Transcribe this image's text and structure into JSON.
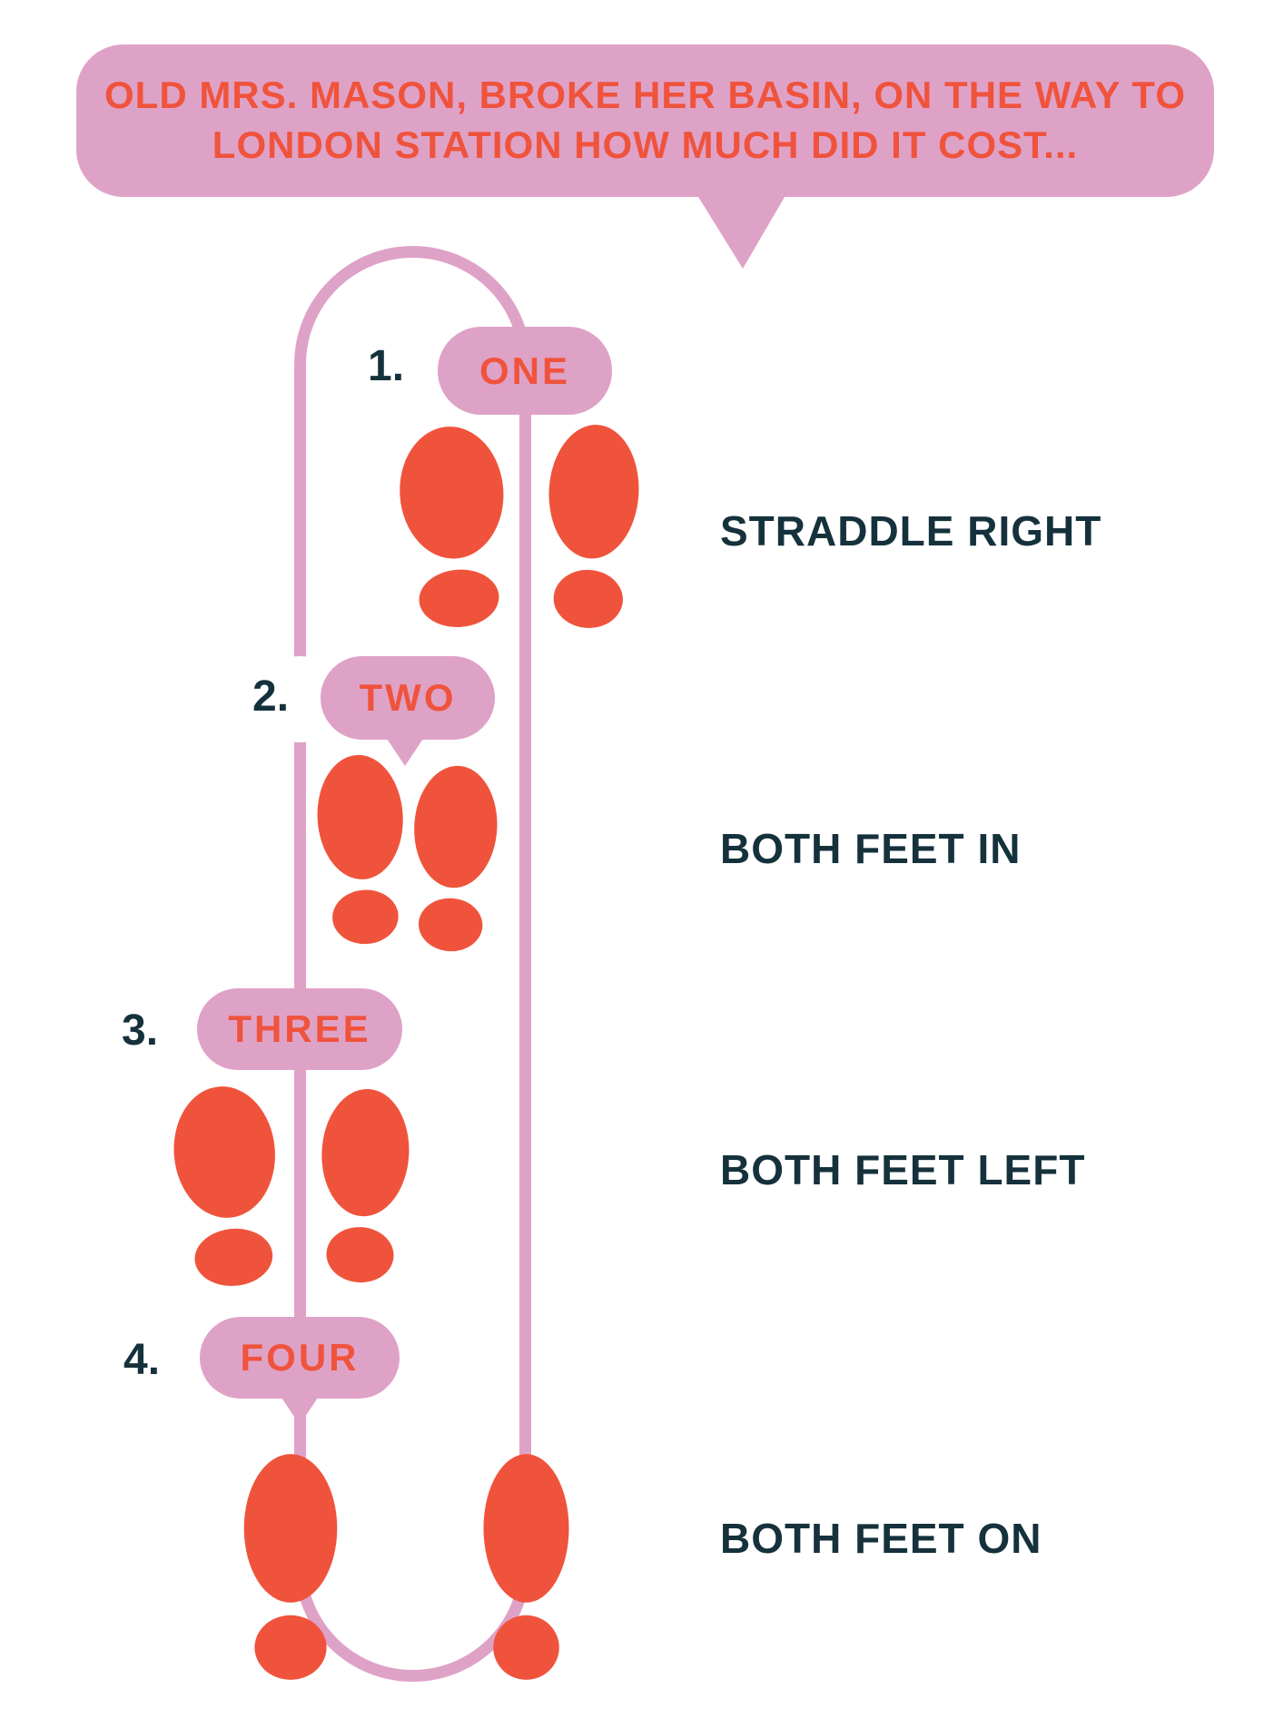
{
  "colors": {
    "background": "#FFFFFF",
    "pink": "#DFA2C7",
    "orange_red": "#F0533C",
    "navy": "#15313C"
  },
  "speech_bubble": {
    "line1": "OLD MRS. MASON, BROKE HER BASIN, ON THE WAY TO",
    "line2": "LONDON STATION HOW MUCH DID IT COST..."
  },
  "steps": [
    {
      "number": "1.",
      "label": "ONE",
      "instruction": "STRADDLE RIGHT"
    },
    {
      "number": "2.",
      "label": "TWO",
      "instruction": "BOTH FEET IN"
    },
    {
      "number": "3.",
      "label": "THREE",
      "instruction": "BOTH FEET LEFT"
    },
    {
      "number": "4.",
      "label": "FOUR",
      "instruction": "BOTH FEET ON"
    }
  ],
  "icons": {
    "footprint-icon": "two-blob shoe print (sole + heel), solid orange-red",
    "speech-bubble-tail-icon": "downward triangle, pink",
    "elastic-loop-line": "tall pink stadium-shaped outline"
  }
}
